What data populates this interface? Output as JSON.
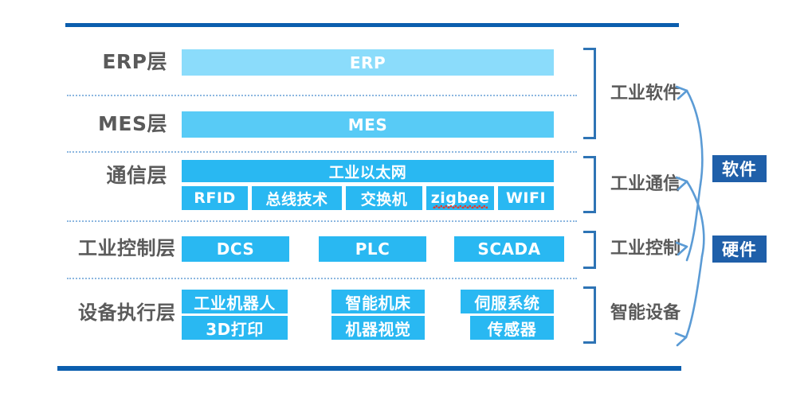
{
  "diagram": {
    "title_visible": false,
    "colors": {
      "rule": "#0B5EAE",
      "erp_bar": "#8BDCFB",
      "mes_bar": "#58CBF6",
      "tech_box": "#29B8F2",
      "bracket": "#2E74B5",
      "badge": "#1F5FA9",
      "label_text": "#5A5A5A",
      "separator": "#8CB7E0"
    },
    "layers": [
      {
        "id": "erp",
        "name": "ERP层",
        "rows": [
          {
            "items": [
              {
                "label": "ERP",
                "style": "erp-bar"
              }
            ]
          }
        ]
      },
      {
        "id": "mes",
        "name": "MES层",
        "rows": [
          {
            "items": [
              {
                "label": "MES",
                "style": "mes-bar"
              }
            ]
          }
        ]
      },
      {
        "id": "comm",
        "name": "通信层",
        "rows": [
          {
            "items": [
              {
                "label": "工业以太网",
                "style": "cyan"
              }
            ]
          },
          {
            "items": [
              {
                "label": "RFID",
                "style": "cyan"
              },
              {
                "label": "总线技术",
                "style": "cyan"
              },
              {
                "label": "交换机",
                "style": "cyan"
              },
              {
                "label": "zigbee",
                "style": "cyan",
                "misspelled": true
              },
              {
                "label": "WIFI",
                "style": "cyan"
              }
            ]
          }
        ]
      },
      {
        "id": "control",
        "name": "工业控制层",
        "rows": [
          {
            "items": [
              {
                "label": "DCS",
                "style": "cyan"
              },
              {
                "label": "PLC",
                "style": "cyan"
              },
              {
                "label": "SCADA",
                "style": "cyan"
              }
            ]
          }
        ]
      },
      {
        "id": "device",
        "name": "设备执行层",
        "rows": [
          {
            "items": [
              {
                "label": "工业机器人",
                "style": "cyan"
              },
              {
                "label": "智能机床",
                "style": "cyan"
              },
              {
                "label": "伺服系统",
                "style": "cyan"
              }
            ]
          },
          {
            "items": [
              {
                "label": "3D打印",
                "style": "cyan"
              },
              {
                "label": "机器视觉",
                "style": "cyan"
              },
              {
                "label": "传感器",
                "style": "cyan"
              }
            ]
          }
        ]
      }
    ],
    "group_labels": [
      {
        "id": "ind-software",
        "label": "工业软件"
      },
      {
        "id": "ind-comm",
        "label": "工业通信"
      },
      {
        "id": "ind-control",
        "label": "工业控制"
      },
      {
        "id": "smart-device",
        "label": "智能设备"
      }
    ],
    "badges": [
      {
        "id": "software",
        "label": "软件",
        "groups": [
          "工业软件",
          "工业通信"
        ]
      },
      {
        "id": "hardware",
        "label": "硬件",
        "groups": [
          "工业控制",
          "智能设备"
        ]
      }
    ]
  }
}
